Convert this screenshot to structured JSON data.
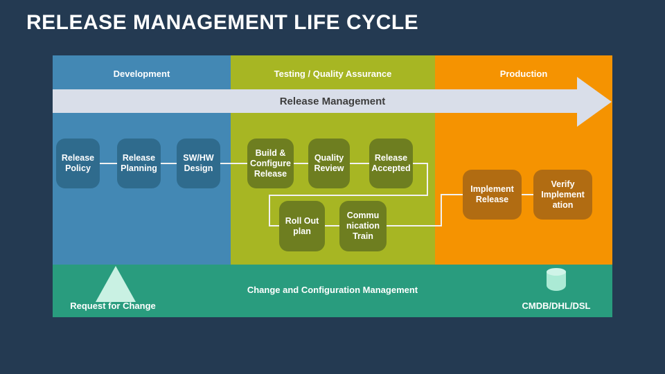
{
  "title": "RELEASE MANAGEMENT LIFE CYCLE",
  "columns": {
    "development": "Development",
    "testing": "Testing / Quality Assurance",
    "production": "Production"
  },
  "arrow_label": "Release Management",
  "boxes": {
    "release_policy": "Release Policy",
    "release_planning": "Release Planning",
    "swhw_design": "SW/HW Design",
    "build_configure": "Build & Configure Release",
    "quality_review": "Quality Review",
    "release_accepted": "Release Accepted",
    "roll_out_plan": "Roll Out plan",
    "communication_train": "Commu nication Train",
    "implement_release": "Implement Release",
    "verify_implementation": "Verify Implement ation"
  },
  "footer": {
    "request_for_change": "Request for Change",
    "center_label": "Change and Configuration Management",
    "cmdb_label": "CMDB/DHL/DSL"
  },
  "colors": {
    "background": "#243A52",
    "development_column": "#4388B4",
    "development_box": "#2F6B8D",
    "testing_column": "#A7B623",
    "testing_box": "#6E7E20",
    "production_column": "#F59301",
    "production_box": "#B16C12",
    "arrow_band": "#D9DEE9",
    "arrow_text": "#3D3D3D",
    "footer_band": "#299C7E",
    "mint_accent": "#C9F1E3",
    "connector": "#F1F1F1",
    "title_text": "#FFFFFF"
  }
}
